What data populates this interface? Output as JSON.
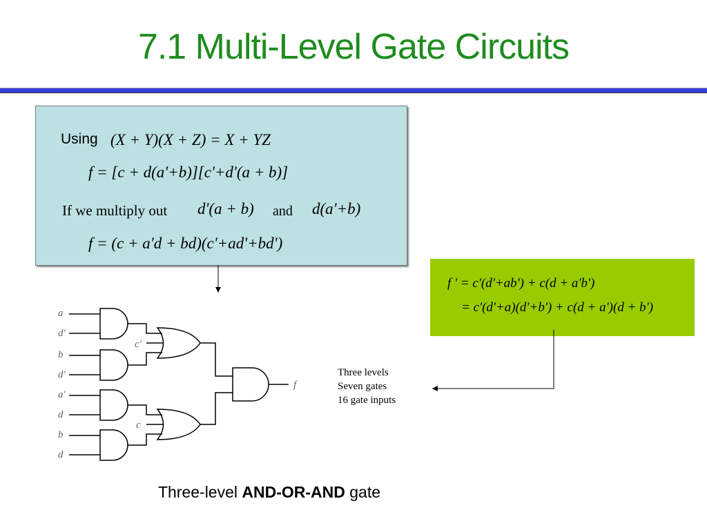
{
  "title": "7.1 Multi-Level Gate Circuits",
  "box1": {
    "using_label": "Using",
    "identity": "(X + Y)(X + Z) = X + YZ",
    "f_original": "f = [c + d(a'+b)][c'+d'(a + b)]",
    "multiply_text": "If we multiply out",
    "term1": "d'(a + b)",
    "and_text": "and",
    "term2": "d(a'+b)",
    "f_result": "f = (c + a'd + bd)(c'+ad'+bd')"
  },
  "box2": {
    "line1": "f ' = c'(d'+ab') + c(d + a'b')",
    "line2": "= c'(d'+a)(d'+b') + c(d + a')(d + b')"
  },
  "circuit": {
    "inputs": [
      "a",
      "d'",
      "b",
      "d'",
      "a'",
      "d",
      "b",
      "d"
    ],
    "or_inputs": [
      "c'",
      "c"
    ],
    "output": "f"
  },
  "notes": [
    "Three levels",
    "Seven gates",
    "16 gate inputs"
  ],
  "caption": {
    "prefix": "Three-level ",
    "bold": "AND-OR-AND",
    "suffix": " gate"
  },
  "colors": {
    "title": "#1e8c1e",
    "rule": "#3a3ee0",
    "box1_fill": "#bde0e3",
    "box2_fill": "#99cc00"
  }
}
